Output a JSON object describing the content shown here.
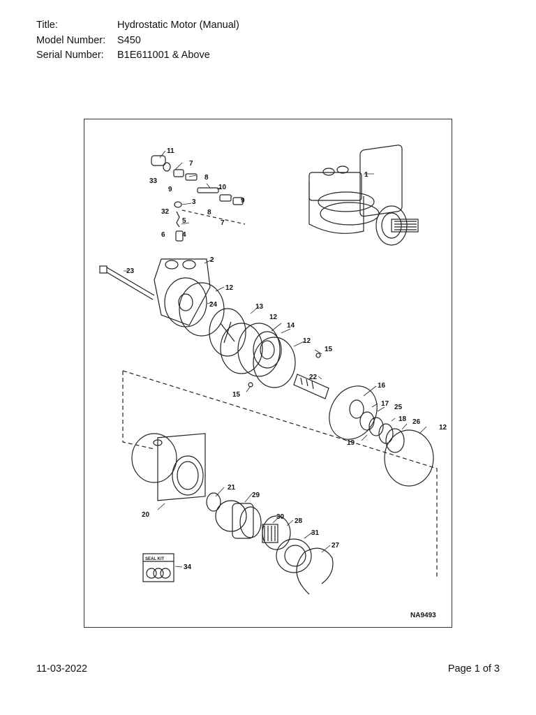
{
  "header": {
    "fields": [
      {
        "label": "Title:",
        "value": "Hydrostatic Motor (Manual)"
      },
      {
        "label": "Model Number:",
        "value": "S450"
      },
      {
        "label": "Serial Number:",
        "value": "B1E611001 & Above"
      }
    ]
  },
  "diagram": {
    "callouts": [
      "11",
      "7",
      "33",
      "8",
      "9",
      "10",
      "9",
      "8",
      "7",
      "3",
      "32",
      "5",
      "6",
      "4",
      "1",
      "23",
      "2",
      "12",
      "24",
      "13",
      "12",
      "14",
      "12",
      "15",
      "15",
      "22",
      "16",
      "17",
      "25",
      "18",
      "26",
      "12",
      "19",
      "21",
      "29",
      "20",
      "30",
      "28",
      "31",
      "27",
      "34"
    ],
    "seal_kit_label": "SEAL KIT",
    "figure_code": "NA9493"
  },
  "footer": {
    "date": "11-03-2022",
    "page": "Page 1 of 3"
  }
}
